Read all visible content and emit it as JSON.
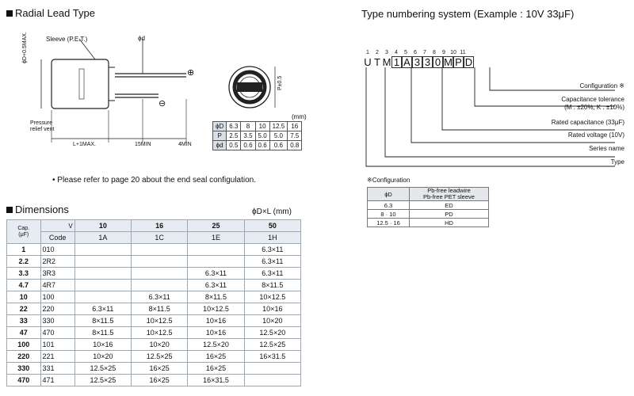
{
  "radial": {
    "title": "Radial Lead Type",
    "sleeve_label": "Sleeve (P.E.T.)",
    "phid_label": "ϕd",
    "dia_label": "ϕD+0.5MAX.",
    "pressure_label": "Pressure relief vent",
    "l_label": "L+1MAX.",
    "min15_label": "15MIN",
    "min4_label": "4MIN",
    "plus": "⊕",
    "minus": "⊖",
    "p05_label": "P±0.5",
    "mm_label": "(mm)",
    "note": "• Please refer to page 20 about the end seal configulation.",
    "dim_table": [
      [
        "ϕD",
        "6.3",
        "8",
        "10",
        "12.5",
        "16"
      ],
      [
        "P",
        "2.5",
        "3.5",
        "5.0",
        "5.0",
        "7.5"
      ],
      [
        "ϕd",
        "0.5",
        "0.6",
        "0.6",
        "0.6",
        "0.8"
      ]
    ]
  },
  "type_numbering": {
    "title": "Type numbering system  (Example : 10V 33μF)",
    "positions": [
      "1",
      "2",
      "3",
      "4",
      "5",
      "6",
      "7",
      "8",
      "9",
      "10",
      "11"
    ],
    "chars": [
      "U",
      "T",
      "M",
      "1",
      "A",
      "3",
      "3",
      "0",
      "M",
      "P",
      "D"
    ],
    "boxed": [
      false,
      false,
      false,
      true,
      true,
      true,
      true,
      true,
      true,
      true,
      true
    ],
    "labels": [
      "Configuration ※",
      "Capacitance tolerance",
      "(M : ±20%,  K : ±10%)",
      "Rated capacitance (33μF)",
      "Rated voltage (10V)",
      "Series name",
      "Type"
    ]
  },
  "config": {
    "title": "※Configuration",
    "header_d": "ϕD",
    "header_desc_1": "Pb-free leadwire",
    "header_desc_2": "Pb-free PET sleeve",
    "rows": [
      [
        "6.3",
        "ED"
      ],
      [
        "8 · 10",
        "PD"
      ],
      [
        "12.5 · 16",
        "HD"
      ]
    ]
  },
  "dimensions": {
    "title": "Dimensions",
    "unit": "ϕD×L (mm)",
    "v_label": "V",
    "cap_label": "Cap.",
    "uf_label": "(μF)",
    "code_label": "Code",
    "voltages": [
      "10",
      "16",
      "25",
      "50"
    ],
    "vcodes": [
      "1A",
      "1C",
      "1E",
      "1H"
    ],
    "rows": [
      [
        "1",
        "010",
        "",
        "",
        "",
        "6.3×11"
      ],
      [
        "2.2",
        "2R2",
        "",
        "",
        "",
        "6.3×11"
      ],
      [
        "3.3",
        "3R3",
        "",
        "",
        "6.3×11",
        "6.3×11"
      ],
      [
        "4.7",
        "4R7",
        "",
        "",
        "6.3×11",
        "8×11.5"
      ],
      [
        "10",
        "100",
        "",
        "6.3×11",
        "8×11.5",
        "10×12.5"
      ],
      [
        "22",
        "220",
        "6.3×11",
        "8×11.5",
        "10×12.5",
        "10×16"
      ],
      [
        "33",
        "330",
        "8×11.5",
        "10×12.5",
        "10×16",
        "10×20"
      ],
      [
        "47",
        "470",
        "8×11.5",
        "10×12.5",
        "10×16",
        "12.5×20"
      ],
      [
        "100",
        "101",
        "10×16",
        "10×20",
        "12.5×20",
        "12.5×25"
      ],
      [
        "220",
        "221",
        "10×20",
        "12.5×25",
        "16×25",
        "16×31.5"
      ],
      [
        "330",
        "331",
        "12.5×25",
        "16×25",
        "16×25",
        ""
      ],
      [
        "470",
        "471",
        "12.5×25",
        "16×25",
        "16×31.5",
        ""
      ]
    ]
  }
}
